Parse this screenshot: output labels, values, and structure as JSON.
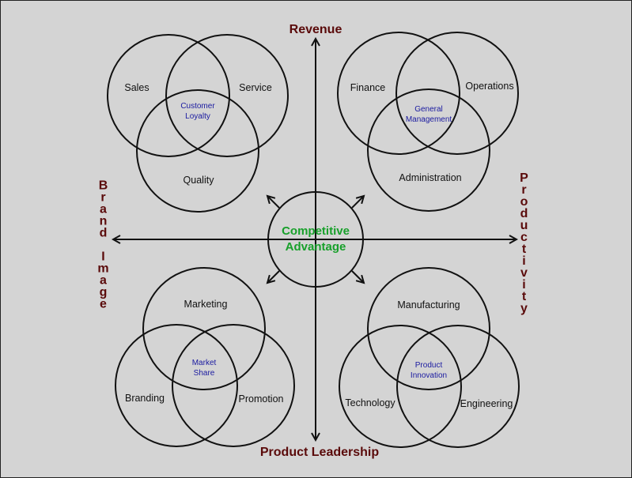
{
  "axes": {
    "top": "Revenue",
    "bottom": "Product Leadership",
    "left": "Brand Image",
    "right": "Productivity"
  },
  "center": {
    "line1": "Competitive",
    "line2": "Advantage",
    "color": "#17a02a"
  },
  "quadrants": {
    "top_left": {
      "circles": [
        "Sales",
        "Service",
        "Quality"
      ],
      "intersection": [
        "Customer",
        "Loyalty"
      ]
    },
    "top_right": {
      "circles": [
        "Finance",
        "Operations",
        "Administration"
      ],
      "intersection": [
        "General",
        "Management"
      ]
    },
    "bottom_left": {
      "circles": [
        "Marketing",
        "Branding",
        "Promotion"
      ],
      "intersection": [
        "Market",
        "Share"
      ]
    },
    "bottom_right": {
      "circles": [
        "Manufacturing",
        "Technology",
        "Engineering"
      ],
      "intersection": [
        "Product",
        "Innovation"
      ]
    }
  },
  "colors": {
    "axis_label": "#5a0a0a",
    "intersection_text": "#1a1aa0",
    "background": "#d4d4d4"
  }
}
